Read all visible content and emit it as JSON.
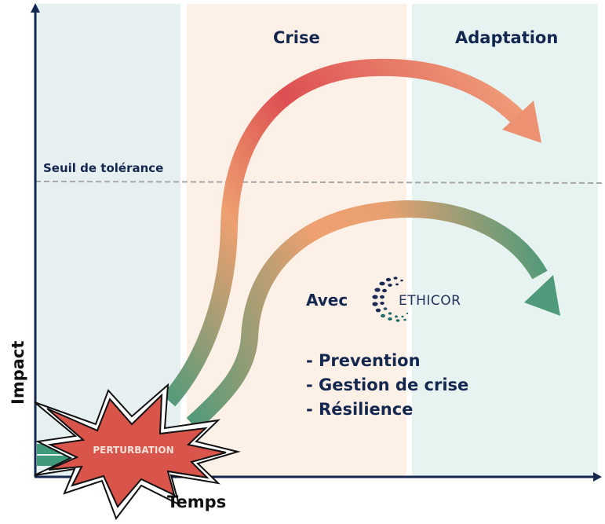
{
  "phases": [
    {
      "id": "perturbation",
      "label": ""
    },
    {
      "id": "crise",
      "label": "Crise"
    },
    {
      "id": "adaptation",
      "label": "Adaptation"
    }
  ],
  "threshold": {
    "label": "Seuil de tolérance"
  },
  "axes": {
    "y_label": "Impact",
    "x_label": "Temps"
  },
  "event": {
    "label": "PERTURBATION"
  },
  "curves": [
    {
      "name": "sans-accompagnement",
      "description": "Impact dépasse le seuil de tolérance",
      "colors": [
        "#4e9a7a",
        "#eea070",
        "#dd4f52",
        "#ee9a78"
      ]
    },
    {
      "name": "avec-ethicor",
      "description": "Impact reste sous le seuil de tolérance",
      "colors": [
        "#4e9a7a",
        "#eea070",
        "#4e9a7a"
      ]
    }
  ],
  "solution": {
    "prefix": "Avec",
    "brand": "ETHICOR",
    "benefits": [
      "- Prevention",
      "- Gestion de crise",
      "- Résilience"
    ]
  },
  "colors": {
    "navy": "#14274e",
    "panel_blue": "#e6f0f1",
    "panel_peach": "#fdf0e6",
    "panel_mint": "#e6f3f1",
    "burst_red": "#d9544a",
    "brand_green": "#1f6b63"
  }
}
